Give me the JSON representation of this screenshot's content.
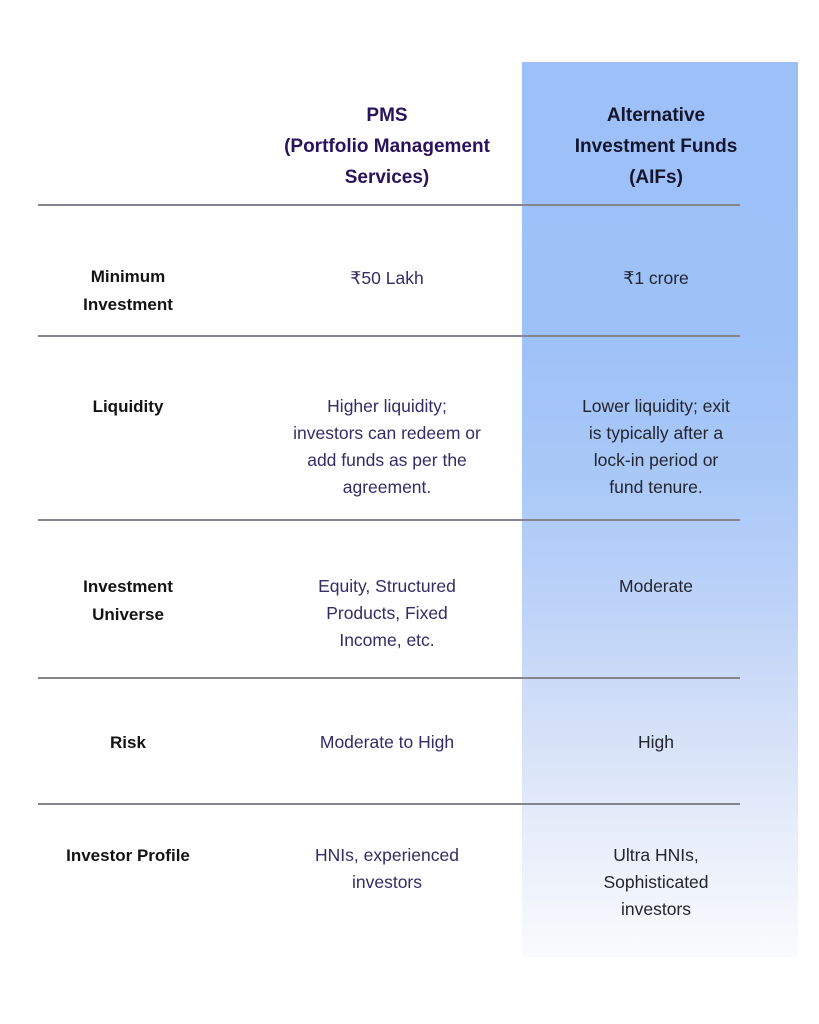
{
  "header": {
    "pms_title": "PMS\n(Portfolio Management\nServices)",
    "aif_title": "Alternative\nInvestment Funds\n(AIFs)"
  },
  "rows": [
    {
      "label": "Minimum\nInvestment",
      "pms": "₹50 Lakh",
      "aif": "₹1 crore"
    },
    {
      "label": "Liquidity",
      "pms": "Higher liquidity;\ninvestors can redeem or\nadd funds as per the\nagreement.",
      "aif": "Lower liquidity; exit\nis typically after a\nlock-in period or\nfund tenure."
    },
    {
      "label": "Investment\nUniverse",
      "pms": "Equity, Structured\nProducts, Fixed\nIncome, etc.",
      "aif": "Moderate"
    },
    {
      "label": "Risk",
      "pms": "Moderate to High",
      "aif": "High"
    },
    {
      "label": "Investor Profile",
      "pms": "HNIs, experienced\ninvestors",
      "aif": "Ultra HNIs,\nSophisticated\ninvestors"
    }
  ],
  "colors": {
    "pms_header_text": "#2a125c",
    "aif_header_text": "#15152b",
    "row_label_text": "#141414",
    "pms_value_text": "#352b66",
    "aif_value_text": "#24242f",
    "aif_band_top": "#9dc0f8",
    "aif_band_bottom": "#fafbfd",
    "divider": "#84848e",
    "page_background": "#ffffff"
  }
}
